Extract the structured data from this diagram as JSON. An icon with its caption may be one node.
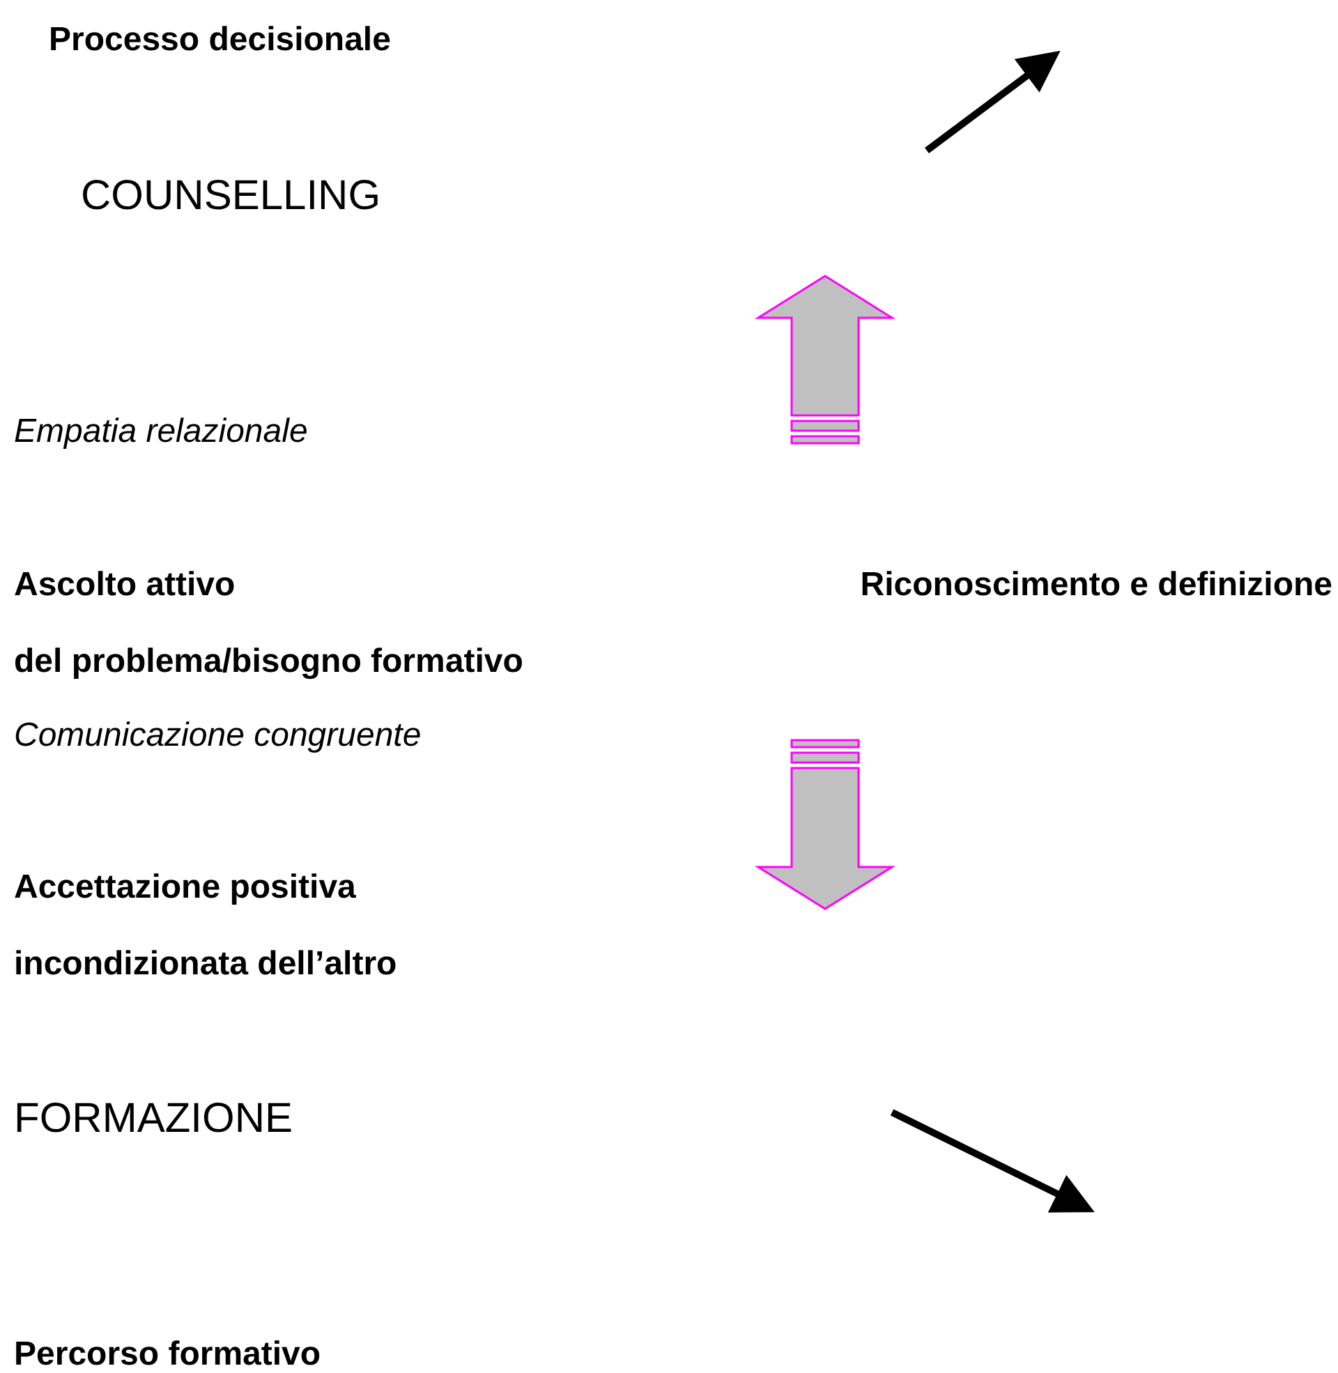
{
  "diagram": {
    "labels": [
      "Processo decisionale",
      "COUNSELLING",
      "Empatia relazionale",
      "Ascolto attivo",
      "Riconoscimento e definizione",
      "del problema/bisogno formativo",
      "Comunicazione congruente",
      "Accettazione positiva",
      "incondizionata dell’altro",
      "FORMAZIONE",
      "Percorso formativo"
    ]
  }
}
